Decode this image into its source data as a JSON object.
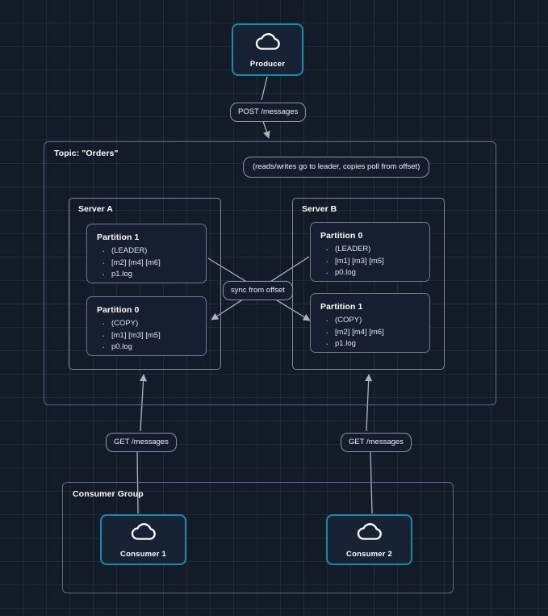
{
  "diagram": {
    "title": "Kafka topic replication and consumption flow",
    "background_color": "#131a28",
    "accent_color": "#1b8aa9",
    "node_fill": "#161f30",
    "border_color": "#7b879d"
  },
  "producer": {
    "label": "Producer",
    "icon": "cloud-icon"
  },
  "edges": {
    "post_messages": "POST /messages",
    "sync_from_offset": "sync from offset",
    "get_messages_left": "GET /messages",
    "get_messages_right": "GET /messages"
  },
  "topic": {
    "title": "Topic: \"Orders\"",
    "note": "(reads/writes go to leader, copies poll from offset)",
    "servers": [
      {
        "name": "Server A",
        "partitions": [
          {
            "name": "Partition 1",
            "items": [
              "(LEADER)",
              "[m2] [m4] [m6]",
              "p1.log"
            ]
          },
          {
            "name": "Partition 0",
            "items": [
              "(COPY)",
              "[m1] [m3] [m5]",
              "p0.log"
            ]
          }
        ]
      },
      {
        "name": "Server B",
        "partitions": [
          {
            "name": "Partition 0",
            "items": [
              "(LEADER)",
              "[m1] [m3] [m5]",
              "p0.log"
            ]
          },
          {
            "name": "Partition 1",
            "items": [
              "(COPY)",
              "[m2] [m4] [m6]",
              "p1.log"
            ]
          }
        ]
      }
    ]
  },
  "consumer_group": {
    "title": "Consumer Group",
    "consumers": [
      {
        "label": "Consumer 1",
        "icon": "cloud-icon"
      },
      {
        "label": "Consumer 2",
        "icon": "cloud-icon"
      }
    ]
  }
}
